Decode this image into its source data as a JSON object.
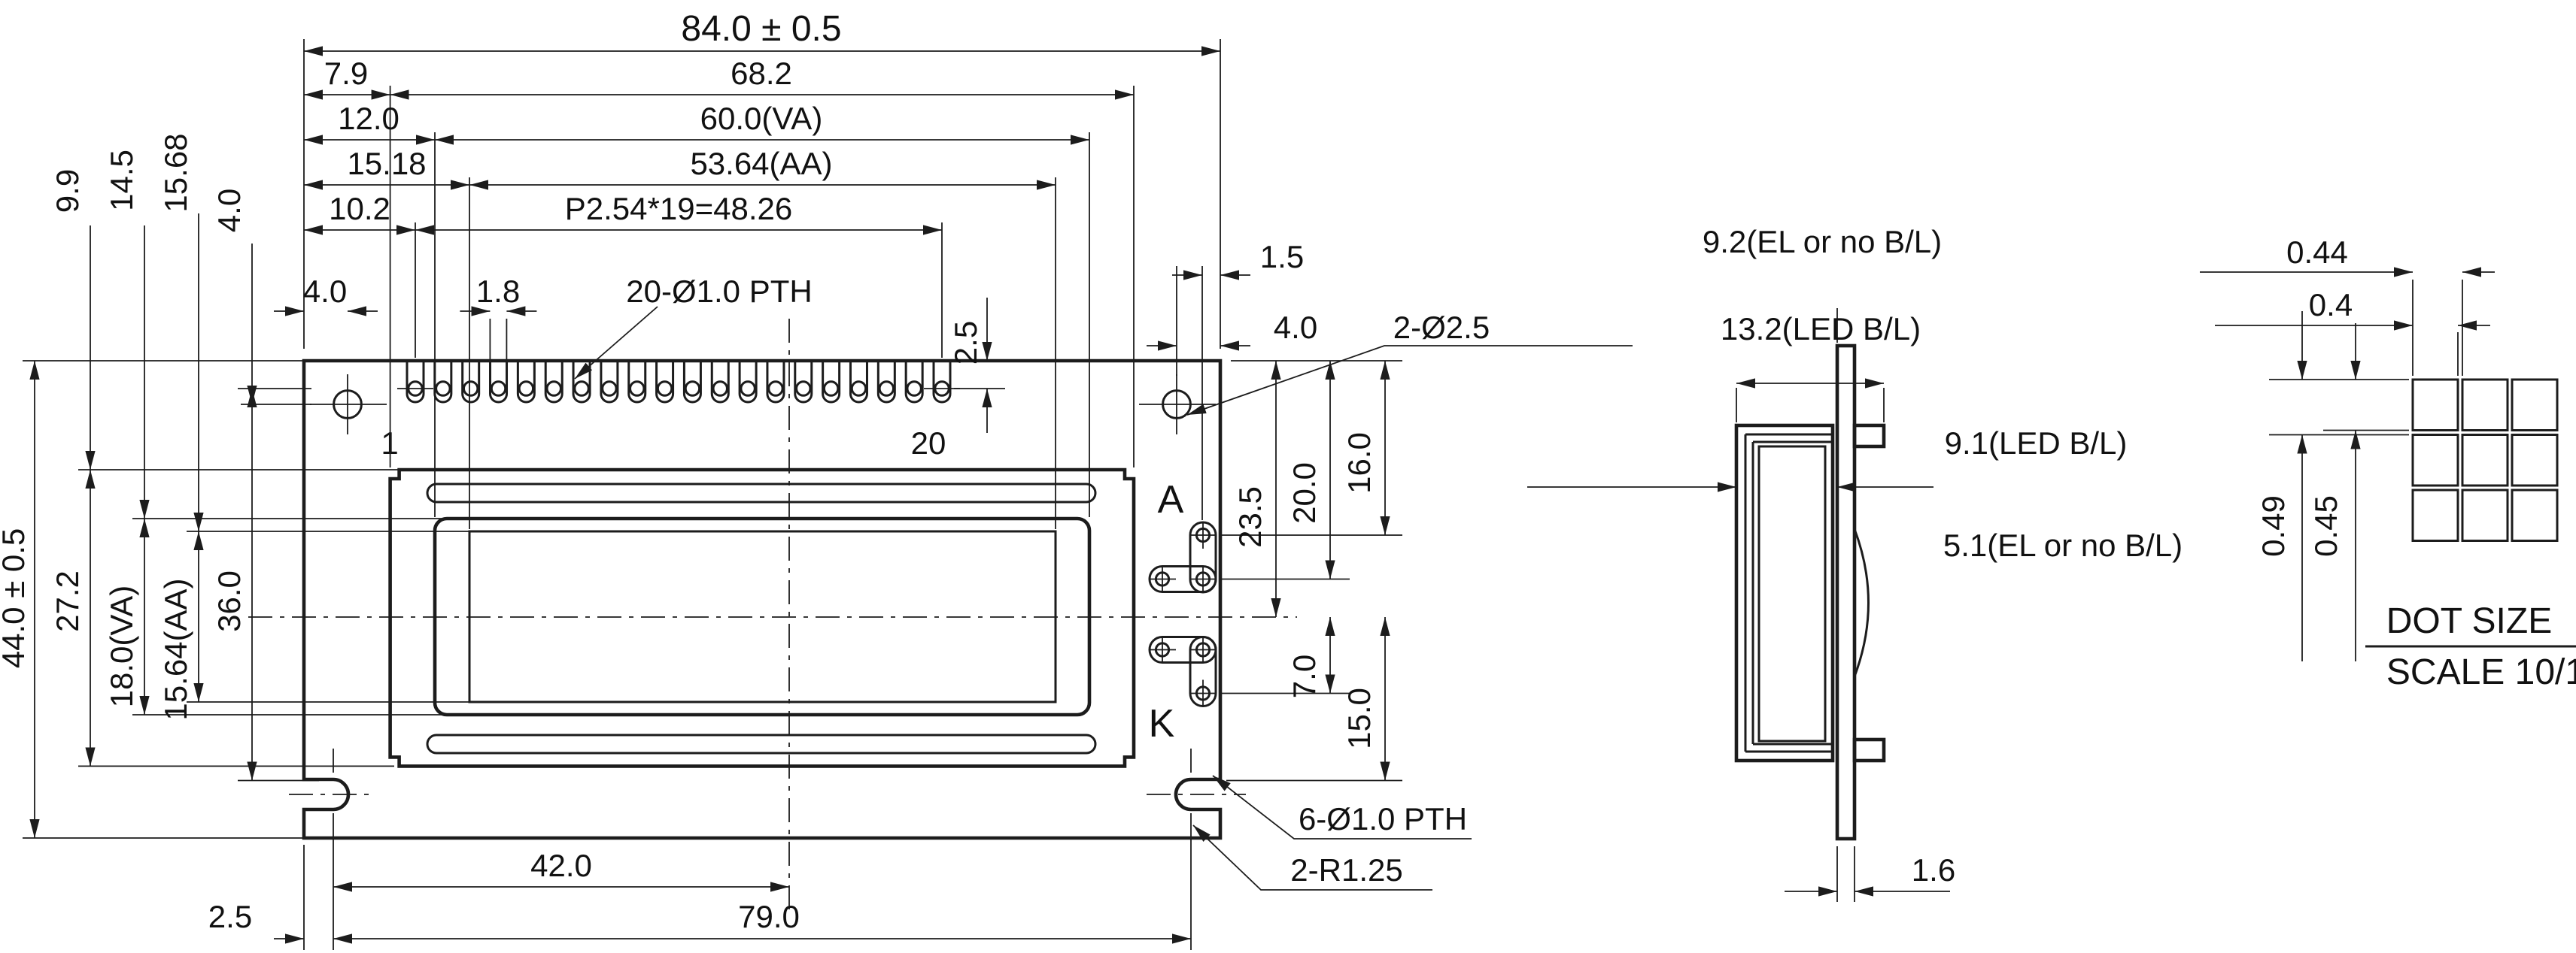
{
  "front": {
    "d84": "84.0 ± 0.5",
    "d7_9": "7.9",
    "d68_2": "68.2",
    "d12": "12.0",
    "d60va": "60.0(VA)",
    "d15_18": "15.18",
    "d53aa": "53.64(AA)",
    "d10_2": "10.2",
    "dpitch": "P2.54*19=48.26",
    "d4_l": "4.0",
    "d1_8": "1.8",
    "pth20": "20-Ø1.0 PTH",
    "d2_5v": "2.5",
    "d1_5": "1.5",
    "d4_r": "4.0",
    "hole2": "2-Ø2.5",
    "d44": "44.0 ± 0.5",
    "d9_9": "9.9",
    "d27_2": "27.2",
    "d14_5": "14.5",
    "d18va": "18.0(VA)",
    "d15_68": "15.68",
    "d15_64aa": "15.64(AA)",
    "d4_v": "4.0",
    "d36": "36.0",
    "d23_5": "23.5",
    "d20": "20.0",
    "d16": "16.0",
    "d7": "7.0",
    "d15": "15.0",
    "d42": "42.0",
    "d79": "79.0",
    "d2_5b": "2.5",
    "pin_first": "1",
    "pin_last": "20",
    "pin_count": 20,
    "anode": "A",
    "cathode": "K",
    "pth6": "6-Ø1.0 PTH",
    "r125": "2-R1.25"
  },
  "side": {
    "d9_2": "9.2(EL or no B/L)",
    "d13_2": "13.2(LED B/L)",
    "d9_1": "9.1(LED B/L)",
    "d5_1": "5.1(EL or no B/L)",
    "d1_6": "1.6"
  },
  "dot": {
    "d0_44": "0.44",
    "d0_4": "0.4",
    "d0_49": "0.49",
    "d0_45": "0.45",
    "title": "DOT SIZE",
    "scale": "SCALE 10/1",
    "rows": 3,
    "cols": 3
  }
}
